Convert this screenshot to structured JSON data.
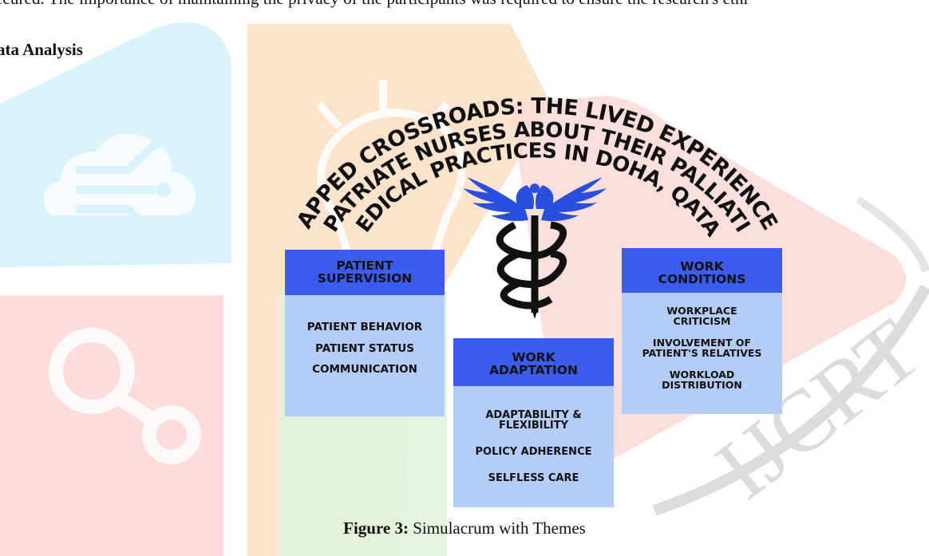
{
  "document": {
    "top_line": "ecured. The importance of maintaining the privacy of the participants was required to ensure the research's ethi",
    "section_heading": "ata Analysis",
    "caption_label": "Figure 3:",
    "caption_text": " Simulacrum with Themes"
  },
  "diagram": {
    "arc_title_lines": [
      "UNMAPPED CROSSROADS: THE LIVED EXPERIENCES OF",
      "EXPATRIATE NURSES  ABOUT THEIR PALLIATIVE",
      "MEDICAL PRACTICES IN DOHA, QATAR"
    ],
    "themes": [
      {
        "title_line1": "PATIENT",
        "title_line2": "SUPERVISION",
        "items": [
          "PATIENT BEHAVIOR",
          "PATIENT STATUS",
          "COMMUNICATION"
        ]
      },
      {
        "title_line1": "WORK",
        "title_line2": "ADAPTATION",
        "items": [
          "ADAPTABILITY &\nFLEXIBILITY",
          "POLICY ADHERENCE",
          "SELFLESS CARE"
        ]
      },
      {
        "title_line1": "WORK",
        "title_line2": "CONDITIONS",
        "items": [
          "WORKPLACE\nCRITICISM",
          "INVOLVEMENT OF\nPATIENT'S RELATIVES",
          "WORKLOAD\nDISTRIBUTION"
        ]
      }
    ],
    "emblem": "caduceus-icon"
  },
  "watermark": {
    "text": "IJCRT"
  },
  "colors": {
    "theme_header": "#3a5df0",
    "theme_body": "#b3cdf7",
    "watermark_cyan": "#d6f1fb",
    "watermark_pink": "#fbdada",
    "watermark_orange": "#fde0c4",
    "watermark_green": "#e2f1dc",
    "emblem_blue": "#2a4fe0"
  }
}
